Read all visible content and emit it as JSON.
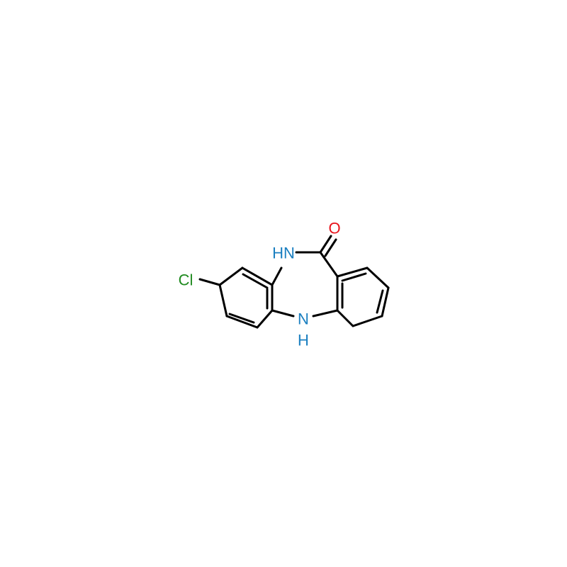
{
  "molecule": {
    "atoms": {
      "chlorine": {
        "label": "Cl",
        "color": "#1f8a1f"
      },
      "oxygen": {
        "label": "O",
        "color": "#e8141c"
      },
      "amide_nitrogen": {
        "label": "HN",
        "color": "#1a7fc0"
      },
      "amine_nitrogen": {
        "label": "N",
        "color": "#1a7fc0"
      },
      "amine_hydrogen": {
        "label": "H",
        "color": "#1a7fc0"
      }
    },
    "bond_color": "#000000"
  }
}
